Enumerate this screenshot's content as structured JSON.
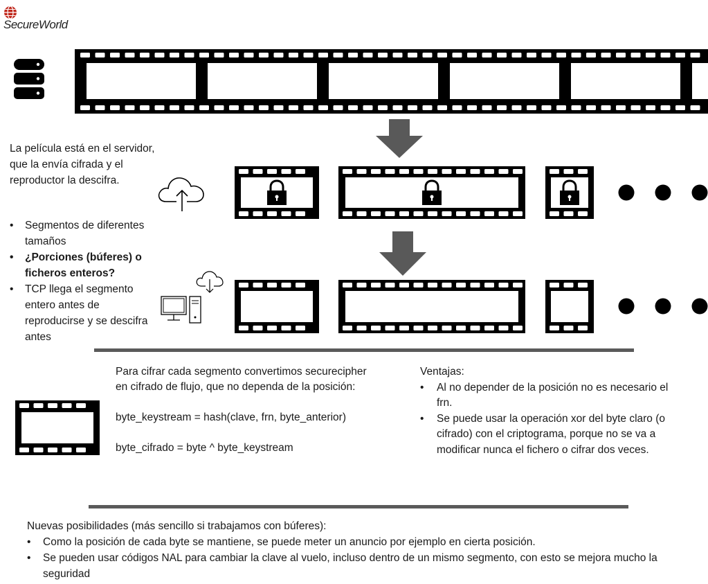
{
  "logo": {
    "text": "SecureWorld"
  },
  "intro_text": "La película está en el servidor, que la envía cifrada y el reproductor la descifra.",
  "left_bullets": [
    {
      "text": "Segmentos de diferentes tamaños",
      "bold": false
    },
    {
      "text": "¿Porciones (búferes) o ficheros enteros?",
      "bold": true
    },
    {
      "text": "TCP llega el segmento entero antes de reproducirse y se descifra antes",
      "bold": false
    }
  ],
  "cipher_block": {
    "line1": "Para cifrar cada segmento convertimos securecipher",
    "line2": "en cifrado de flujo, que no dependa de la posición:",
    "formula1": "byte_keystream = hash(clave, frn, byte_anterior)",
    "formula2": "byte_cifrado = byte ^ byte_keystream"
  },
  "advantages": {
    "title": "Ventajas:",
    "items": [
      "Al no depender de la posición no es necesario el frn.",
      "Se puede usar la operación xor del byte claro (o cifrado) con el criptograma, porque no se va a modificar nunca el fichero o cifrar dos veces."
    ]
  },
  "new_possibilities": {
    "title": "Nuevas posibilidades (más sencillo si trabajamos con búferes):",
    "items": [
      "Como la posición de cada byte se mantiene, se puede meter un anuncio por ejemplo en cierta posición.",
      "Se pueden usar códigos NAL para cambiar la clave al vuelo, incluso dentro de un mismo segmento, con esto se mejora mucho la seguridad"
    ]
  },
  "icons": [
    "globe-icon",
    "database-icon",
    "cloud-upload-icon",
    "cloud-download-icon",
    "computer-icon",
    "lock-icon",
    "arrow-down-icon",
    "ellipsis-dots-icon"
  ],
  "colors": {
    "film": "#000000",
    "arrow": "#595959",
    "divider": "#5a5a5a",
    "logo_globe": "#c0281c"
  }
}
